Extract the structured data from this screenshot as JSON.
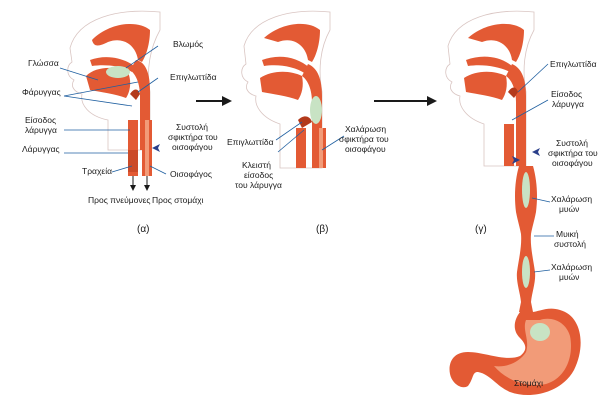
{
  "panel_a": {
    "caption": "(α)",
    "labels": {
      "vlomos": "Βλωμός",
      "glossa": "Γλώσσα",
      "epiglottida": "Επιγλωττίδα",
      "farygas": "Φάρυγγας",
      "eisodos_1": "Είσοδος",
      "eisodos_2": "λάρυγγα",
      "larygas": "Λάρυγγας",
      "systoli_1": "Συστολή",
      "systoli_2": "σφικτήρα του",
      "systoli_3": "οισοφάγου",
      "tracheia": "Τραχεία",
      "oisofagos": "Οισοφάγος",
      "pros_pnevmones": "Προς πνεύμονες",
      "pros_stomachi": "Προς στομάχι"
    }
  },
  "panel_b": {
    "caption": "(β)",
    "labels": {
      "epiglottida": "Επιγλωττίδα",
      "chalarosi_1": "Χαλάρωση",
      "chalarosi_2": "σφικτήρα του",
      "chalarosi_3": "οισοφάγου",
      "kleisti_1": "Κλειστή",
      "kleisti_2": "είσοδος",
      "kleisti_3": "του λάρυγγα"
    }
  },
  "panel_c": {
    "caption": "(γ)",
    "labels": {
      "epiglottida": "Επιγλωττίδα",
      "eisodos_1": "Είσοδος",
      "eisodos_2": "λάρυγγα",
      "systoli_1": "Συστολή",
      "systoli_2": "σφικτήρα του",
      "systoli_3": "οισοφάγου",
      "chalarosi1_1": "Χαλάρωση",
      "chalarosi1_2": "μυών",
      "myiki_1": "Μυική",
      "myiki_2": "συστολή",
      "chalarosi2_1": "Χαλάρωση",
      "chalarosi2_2": "μυών",
      "stomachi": "Στομάχι"
    }
  },
  "colors": {
    "tissue": "#e35a34",
    "tissue_dark": "#b33a1c",
    "inner": "#f29b78",
    "bolus": "#c8e3c4",
    "leader_lines": "#1f5fa0",
    "arrows": "#1a1a1a"
  }
}
